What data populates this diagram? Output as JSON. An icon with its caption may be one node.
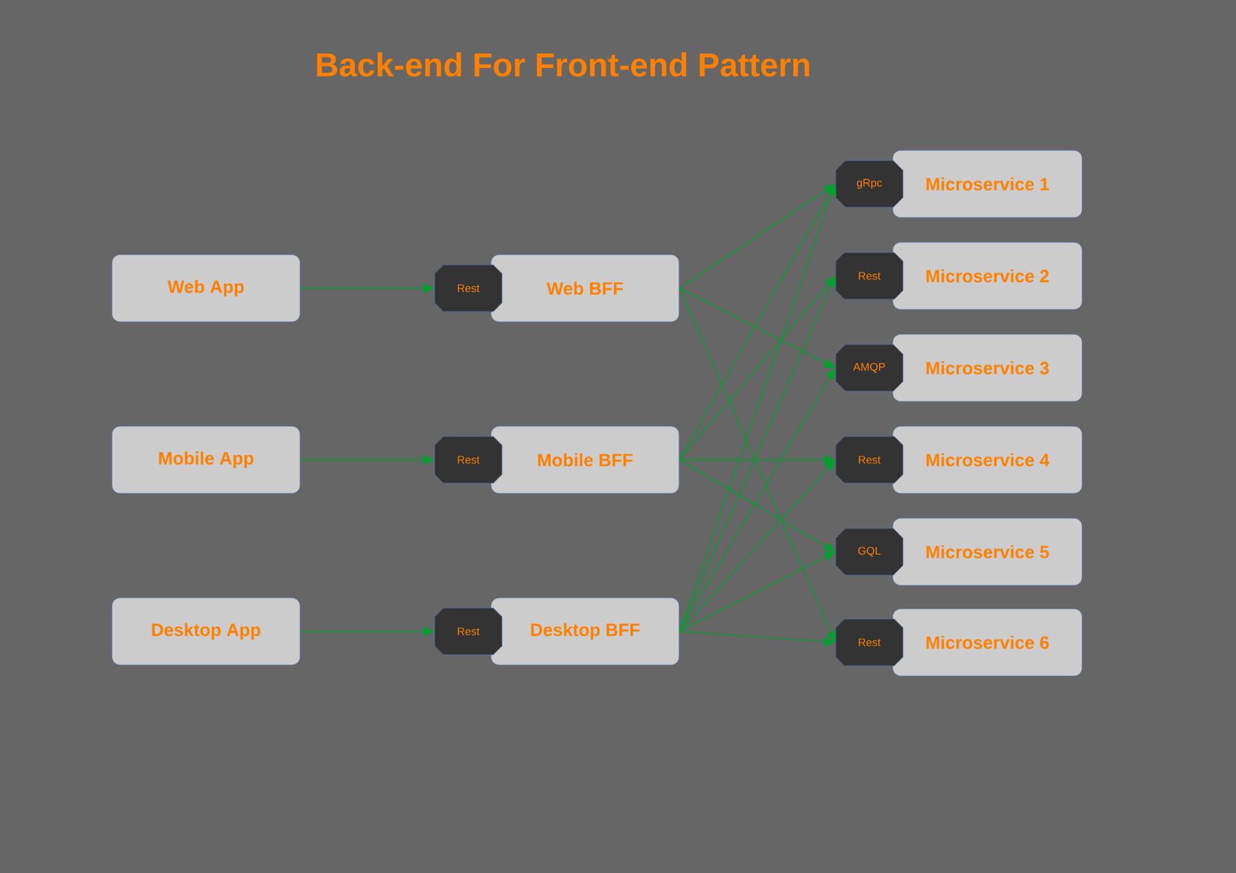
{
  "diagram": {
    "title": "Back-end For Front-end Pattern",
    "nodes": [
      {
        "text": [
          "Web App"
        ]
      },
      {
        "text": [
          "Mobile App"
        ]
      },
      {
        "text": [
          "Desktop App"
        ]
      },
      {
        "text": [
          "Web BFF"
        ]
      },
      {
        "text": [
          "Mobile BFF"
        ]
      },
      {
        "text": [
          "Desktop BFF"
        ]
      },
      {
        "text": [
          "Rest"
        ]
      },
      {
        "text": [
          "Rest"
        ]
      },
      {
        "text": [
          "Rest"
        ]
      },
      {
        "text": [
          "Microservice 1"
        ]
      },
      {
        "text": [
          "Microservice 2"
        ]
      },
      {
        "text": [
          "Microservice 3"
        ]
      },
      {
        "text": [
          "Microservice 4"
        ]
      },
      {
        "text": [
          "Microservice 5"
        ]
      },
      {
        "text": [
          "Microservice 6"
        ]
      },
      {
        "text": [
          "gRpc"
        ]
      },
      {
        "text": [
          "Rest"
        ]
      },
      {
        "text": [
          "AMQP"
        ]
      },
      {
        "text": [
          "Rest"
        ]
      },
      {
        "text": [
          "GQL"
        ]
      },
      {
        "text": [
          "Rest"
        ]
      }
    ],
    "edges": [
      {
        "from": 0,
        "to": 6,
        "arrow": "to"
      },
      {
        "from": 1,
        "to": 7,
        "arrow": "to"
      },
      {
        "from": 2,
        "to": 8,
        "arrow": "to"
      },
      {
        "from": 3,
        "to": 15,
        "arrow": "to"
      },
      {
        "from": 3,
        "to": 17,
        "arrow": "to"
      },
      {
        "from": 3,
        "to": 20,
        "arrow": "to"
      },
      {
        "from": 4,
        "to": 15,
        "arrow": "to"
      },
      {
        "from": 4,
        "to": 16,
        "arrow": "to"
      },
      {
        "from": 4,
        "to": 18,
        "arrow": "to"
      },
      {
        "from": 4,
        "to": 19,
        "arrow": "to"
      },
      {
        "from": 5,
        "to": 15,
        "arrow": "to"
      },
      {
        "from": 5,
        "to": 16,
        "arrow": "to"
      },
      {
        "from": 5,
        "to": 17,
        "arrow": "to"
      },
      {
        "from": 5,
        "to": 18,
        "arrow": "to"
      },
      {
        "from": 5,
        "to": 19,
        "arrow": "to"
      },
      {
        "from": 5,
        "to": 20,
        "arrow": "to"
      }
    ]
  }
}
